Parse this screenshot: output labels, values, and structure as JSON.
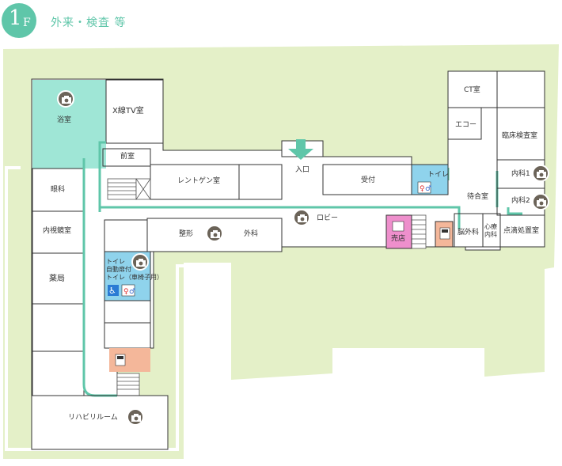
{
  "header": {
    "floor_number": "1",
    "floor_suffix": "F",
    "title": "外来・検査 等"
  },
  "colors": {
    "grass": "#e4f0c8",
    "corridor": "#5fc6a9",
    "bath": "#9fe6d6",
    "toilet": "#8fd3ec",
    "shop": "#ee8fcc",
    "phone": "#f4b79a",
    "camera": "#6b6358"
  },
  "rooms": {
    "bath": "浴室",
    "xray_tv": "X線TV室",
    "anteroom": "前室",
    "ophthalmology": "眼科",
    "endoscopy": "内視鏡室",
    "pharmacy": "薬局",
    "xray": "レントゲン室",
    "entrance": "入口",
    "reception": "受付",
    "toilet": "トイレ",
    "lobby": "ロビー",
    "orthopedics": "整形",
    "surgery": "外科",
    "shop": "売店",
    "waiting": "待合室",
    "neurosurgery": "脳外科",
    "cardio": [
      "心療",
      "内科"
    ],
    "drip": "点滴処置室",
    "ct": "CT室",
    "echo": "エコー",
    "clinical_lab": "臨床検査室",
    "internal1": "内科1",
    "internal2": "内科2",
    "toilet_group": [
      "トイレ",
      "自動扉付",
      "トイレ（車椅子用）"
    ],
    "rehab": "リハビリルーム"
  }
}
